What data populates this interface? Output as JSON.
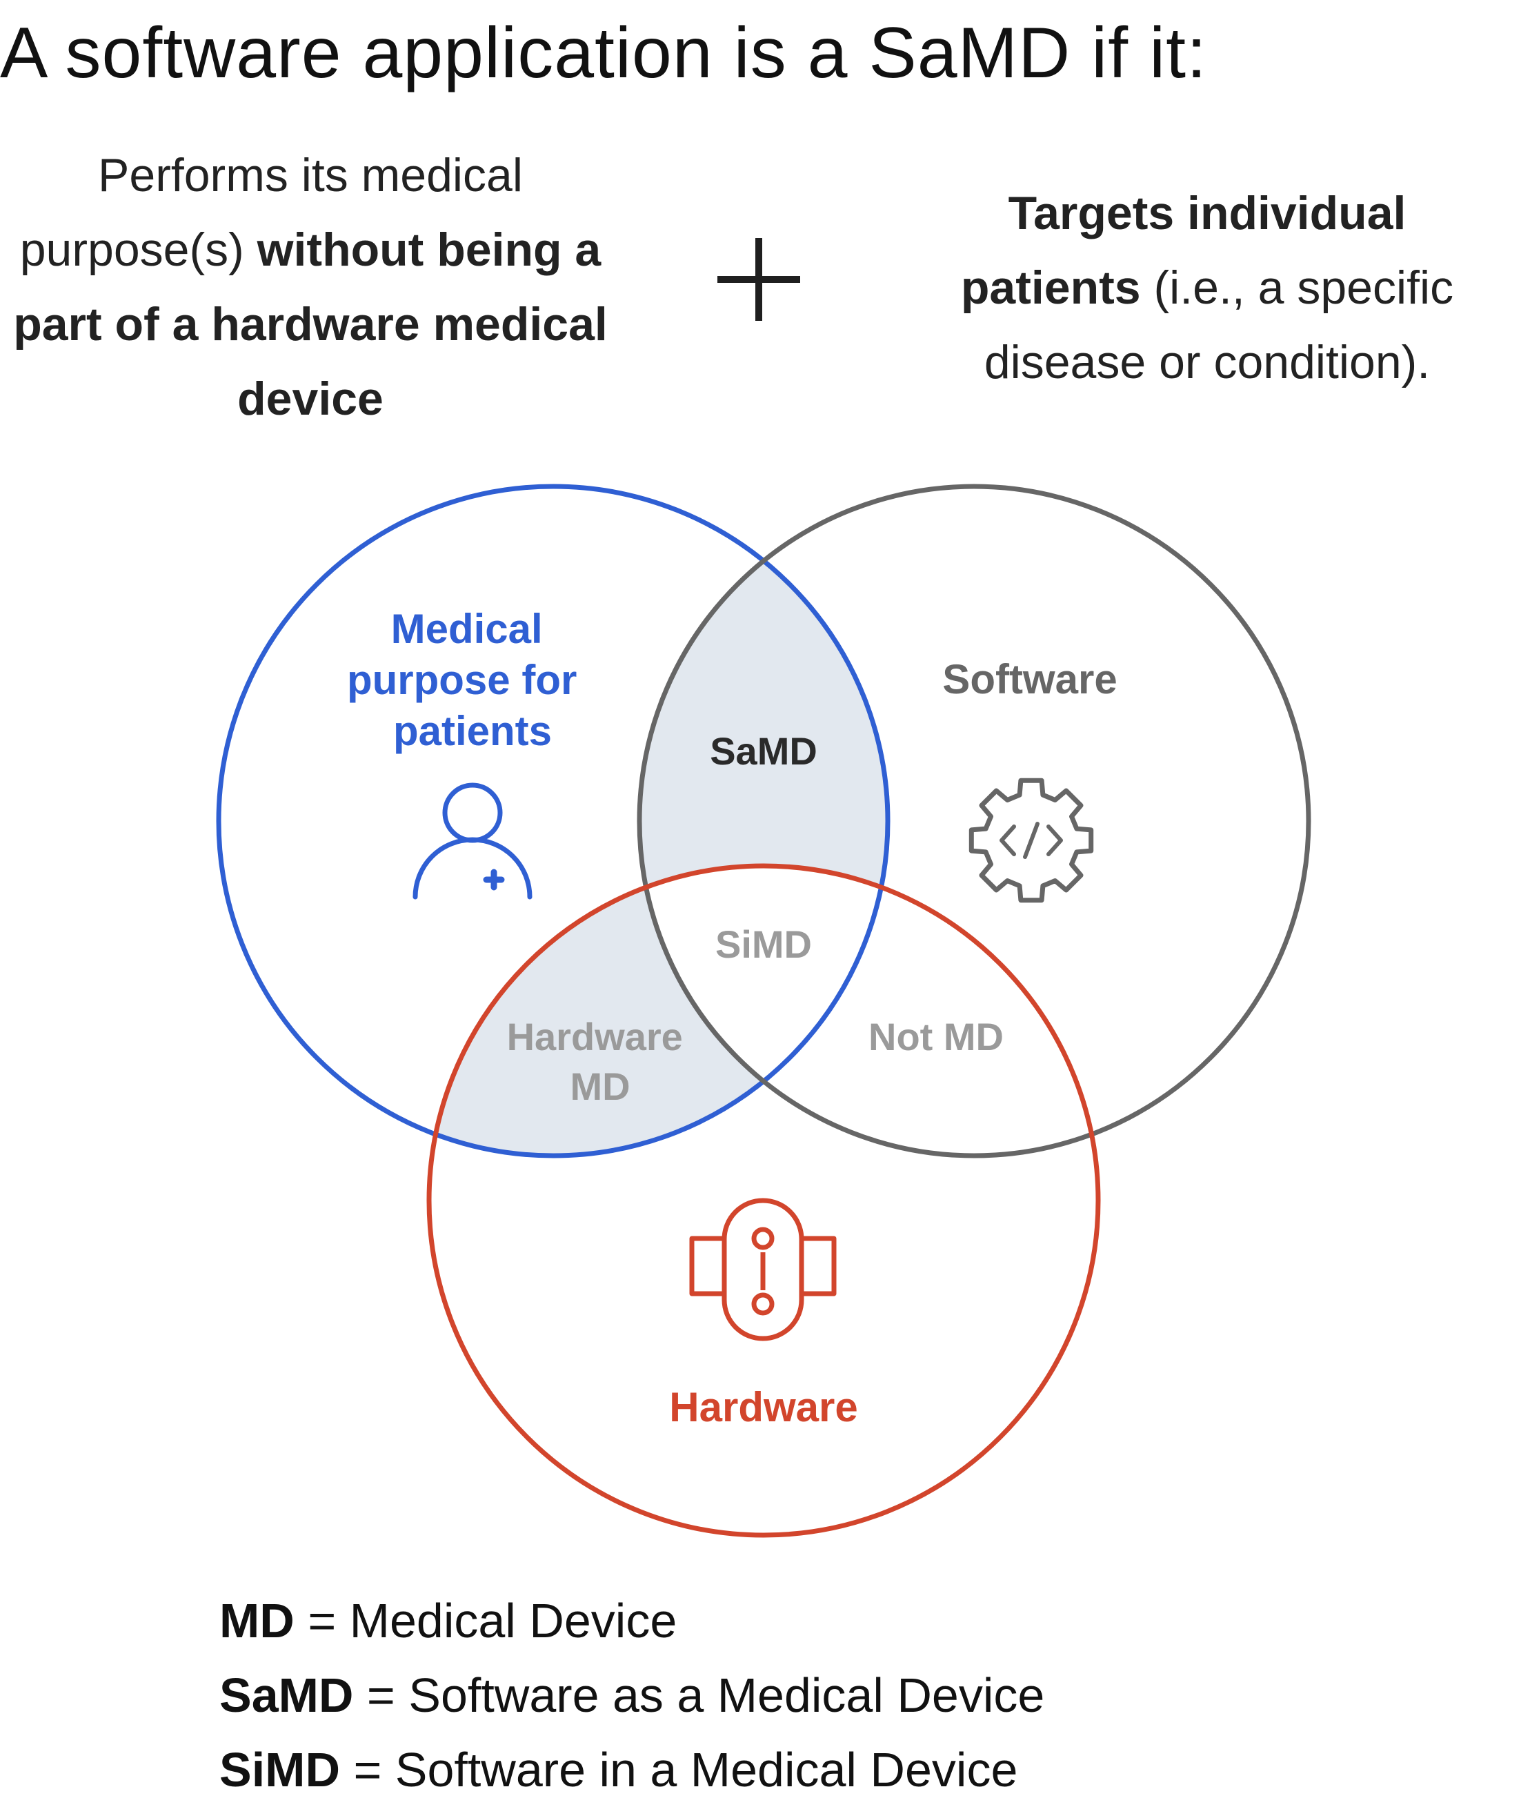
{
  "title": "A software application is a SaMD if it:",
  "criteria": {
    "left": {
      "intro": "Performs its medical purpose(s) ",
      "bold": "without being a part of a hardware medical device"
    },
    "right": {
      "bold": "Targets individual patients",
      "rest": " (i.e., a specific disease or condition)."
    }
  },
  "venn": {
    "circles": [
      {
        "key": "medical",
        "label_lines": [
          "Medical",
          "purpose for",
          "patients"
        ],
        "color": "#2f5fd3",
        "icon": "patient-plus-icon"
      },
      {
        "key": "software",
        "label": "Software",
        "color": "#666666",
        "icon": "code-gear-icon"
      },
      {
        "key": "hardware",
        "label": "Hardware",
        "color": "#d2452c",
        "icon": "hardware-device-icon"
      }
    ],
    "regions": {
      "samd": "SaMD",
      "simd": "SiMD",
      "hardware_md_lines": [
        "Hardware",
        "MD"
      ],
      "not_md": "Not MD"
    },
    "samd_fill": "#e2e8ef",
    "region_label_color": "#9a9a9a",
    "samd_label_color": "#2a2a2a"
  },
  "legend": [
    {
      "term": "MD",
      "definition": " = Medical Device"
    },
    {
      "term": "SaMD",
      "definition": " = Software as a Medical Device"
    },
    {
      "term": "SiMD",
      "definition": " = Software in a Medical Device"
    }
  ]
}
